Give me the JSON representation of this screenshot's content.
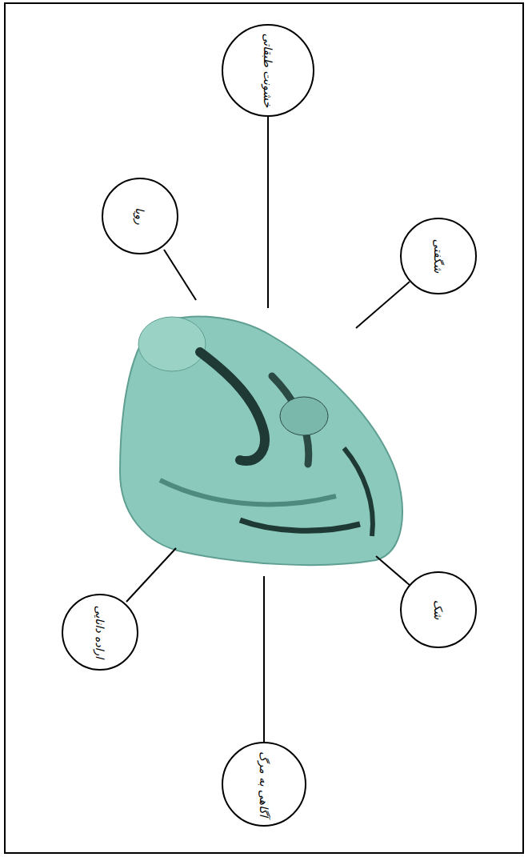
{
  "diagram": {
    "nodes": [
      {
        "text": [
          "خشونت طبقاتی"
        ]
      },
      {
        "text": [
          "رویا"
        ]
      },
      {
        "text": [
          "شگفتی"
        ]
      },
      {
        "text": [
          "شک"
        ]
      },
      {
        "text": [
          "اراده دانایی"
        ]
      },
      {
        "text": [
          "آگاهی به مرگ"
        ]
      }
    ]
  }
}
